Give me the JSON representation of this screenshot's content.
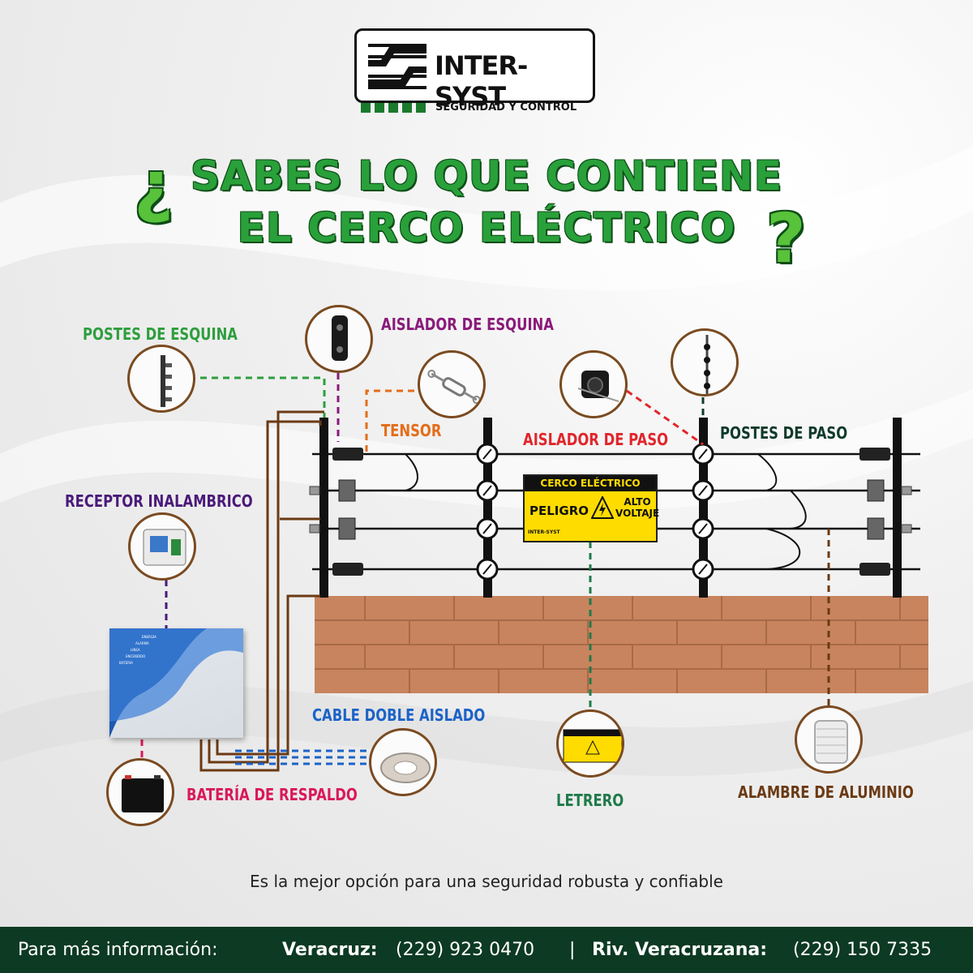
{
  "brand": {
    "name": "INTER-SYST",
    "tagline": "SEGURIDAD Y CONTROL",
    "green": "#29a03a",
    "dark_green": "#0d3a22"
  },
  "headline": {
    "line1": "SABES LO QUE CONTIENE",
    "line2": "EL CERCO ELÉCTRICO",
    "open_q": "¿",
    "close_q": "?"
  },
  "components": {
    "postes_esquina": {
      "label": "POSTES DE ESQUINA",
      "color": "#2e9e3e"
    },
    "aislador_esquina": {
      "label": "AISLADOR DE ESQUINA",
      "color": "#8a1a7a"
    },
    "tensor": {
      "label": "TENSOR",
      "color": "#e46d1a"
    },
    "aislador_paso": {
      "label": "AISLADOR DE PASO",
      "color": "#e0262c"
    },
    "postes_paso": {
      "label": "POSTES DE PASO",
      "color": "#0f3a2a"
    },
    "receptor": {
      "label": "RECEPTOR INALAMBRICO",
      "color": "#4a1a7a"
    },
    "cable": {
      "label": "CABLE DOBLE AISLADO",
      "color": "#1b63c8"
    },
    "bateria": {
      "label": "BATERÍA DE RESPALDO",
      "color": "#d9185a"
    },
    "letrero": {
      "label": "LETRERO",
      "color": "#1e7a4a"
    },
    "alambre": {
      "label": "ALAMBRE DE ALUMINIO",
      "color": "#6b3a14"
    }
  },
  "sign": {
    "header": "CERCO ELÉCTRICO",
    "peligro": "PELIGRO",
    "alto": "ALTO",
    "voltaje": "VOLTAJE",
    "brand": "INTER-SYST"
  },
  "panel_labels": [
    "ENERGIA",
    "ALARMA",
    "LINEA",
    "ENCENDIDO",
    "BATERIA"
  ],
  "tagline": "Es  la mejor opción para una seguridad robusta y confiable",
  "footer": {
    "intro": "Para más información:",
    "city1": "Veracruz:",
    "phone1": "(229) 923 0470",
    "sep": "|",
    "city2": "Riv. Veracruzana:",
    "phone2": "(229) 150 7335"
  }
}
